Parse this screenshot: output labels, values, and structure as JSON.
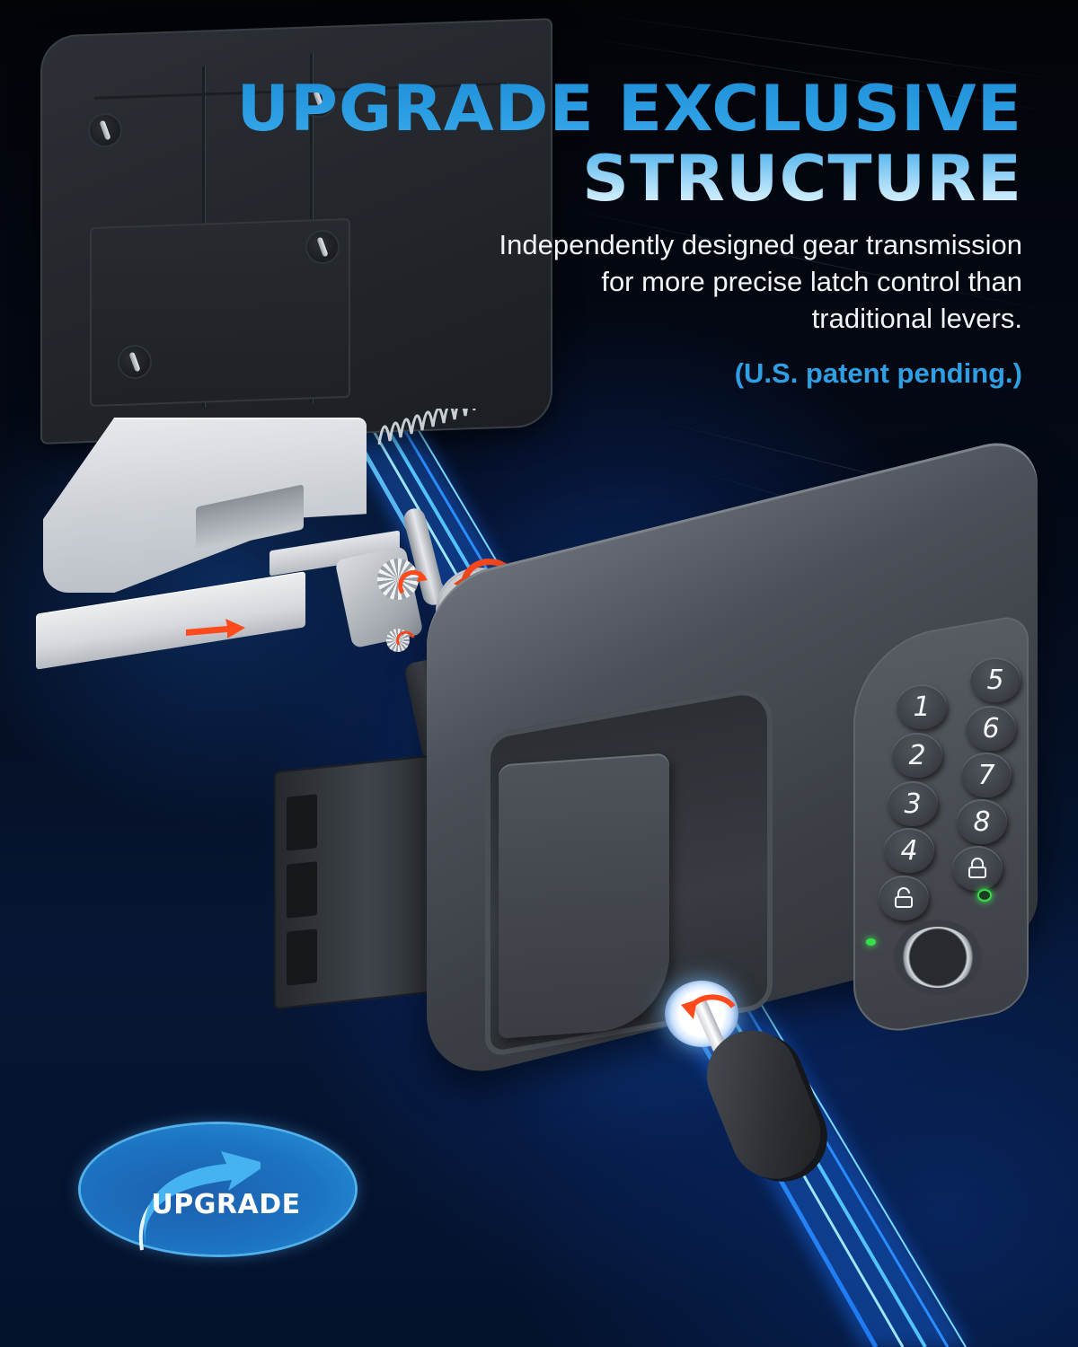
{
  "headline": {
    "line1": "UPGRADE EXCLUSIVE",
    "line2": "STRUCTURE"
  },
  "subtitle": {
    "line1": "Independently designed gear transmission",
    "line2": "for more precise latch control than",
    "line3": "traditional levers."
  },
  "patent_note": "(U.S. patent pending.)",
  "badge": {
    "label": "UPGRADE",
    "icon": "curved-arrow-icon"
  },
  "keypad": {
    "left_column": [
      "1",
      "2",
      "3",
      "4"
    ],
    "right_column": [
      "5",
      "6",
      "7",
      "8"
    ],
    "unlock_icon": "unlock-icon",
    "lock_icon": "lock-icon",
    "fingerprint_icon": "fingerprint-sensor-icon"
  },
  "colors": {
    "headline_blue": "#2a9fe3",
    "patent_blue": "#2f9fe3",
    "badge_blue": "#1c74c2",
    "arrow_red": "#ff4a1c",
    "led_green": "#37e04a",
    "background": "#03060c"
  }
}
